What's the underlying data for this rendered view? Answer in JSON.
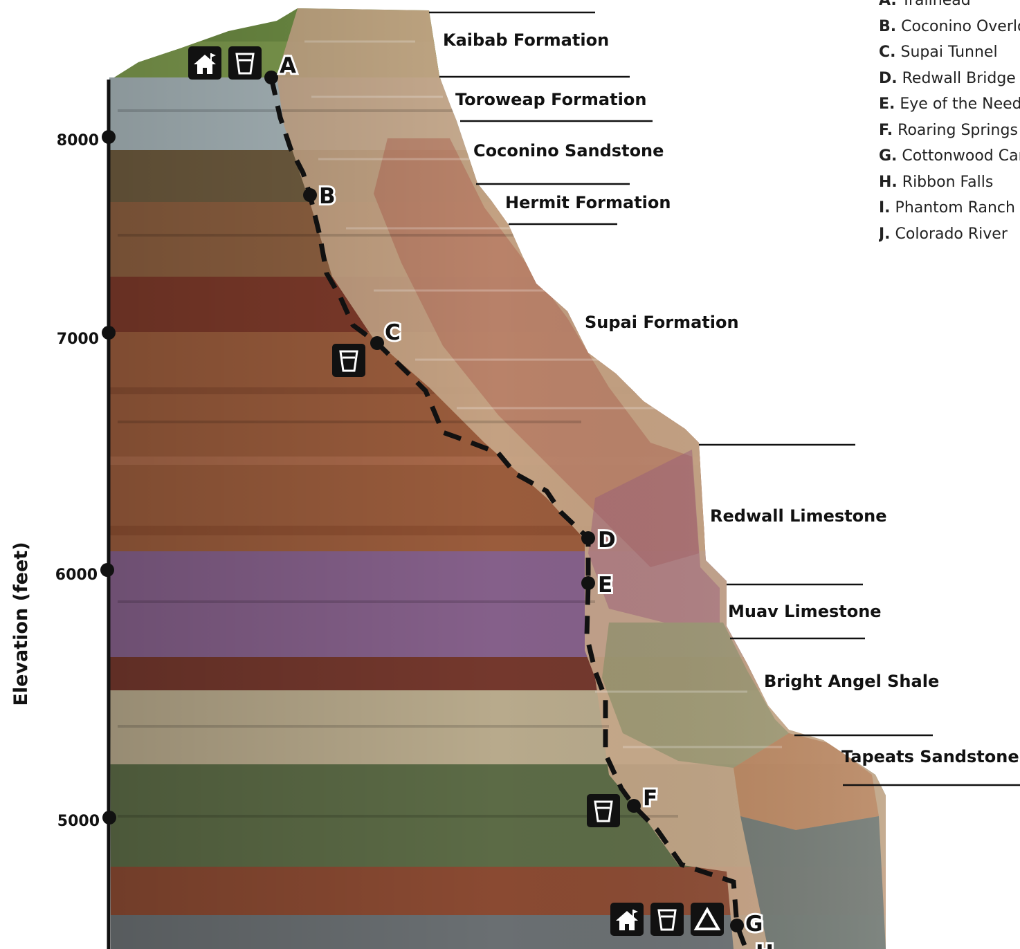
{
  "diagram": {
    "axis_title": "Elevation (feet)",
    "elevation_ticks": [
      "8000",
      "7000",
      "6000",
      "5000"
    ],
    "formations": [
      "Kaibab Formation",
      "Toroweap Formation",
      "Coconino Sandstone",
      "Hermit Formation",
      "Supai Formation",
      "Redwall Limestone",
      "Muav Limestone",
      "Bright Angel Shale",
      "Tapeats Sandstone"
    ],
    "waypoints": [
      "A",
      "B",
      "C",
      "D",
      "E",
      "F",
      "G",
      "H"
    ],
    "legend": [
      {
        "key": "A.",
        "name": "Trailhead"
      },
      {
        "key": "B.",
        "name": "Coconino Overlook"
      },
      {
        "key": "C.",
        "name": "Supai Tunnel"
      },
      {
        "key": "D.",
        "name": "Redwall Bridge"
      },
      {
        "key": "E.",
        "name": "Eye of the Needle"
      },
      {
        "key": "F.",
        "name": "Roaring Springs"
      },
      {
        "key": "G.",
        "name": "Cottonwood Campground"
      },
      {
        "key": "H.",
        "name": "Ribbon Falls"
      },
      {
        "key": "I.",
        "name": "Phantom Ranch"
      },
      {
        "key": "J.",
        "name": "Colorado River"
      }
    ],
    "icons": {
      "A": [
        "ranger-station-icon",
        "drinking-water-icon"
      ],
      "C": [
        "drinking-water-icon"
      ],
      "F": [
        "drinking-water-icon"
      ],
      "G": [
        "ranger-station-icon",
        "drinking-water-icon",
        "campground-icon"
      ]
    },
    "colors": {
      "kaibab": "#a9b7bb",
      "hermit": "#7d3a2a",
      "supai": "#9a5c3c",
      "redwall": "#85608a",
      "muav": "#b8aa8c",
      "bright_angel": "#5c6b46",
      "tapeats": "#8a4a32",
      "trail": "#111111"
    }
  }
}
